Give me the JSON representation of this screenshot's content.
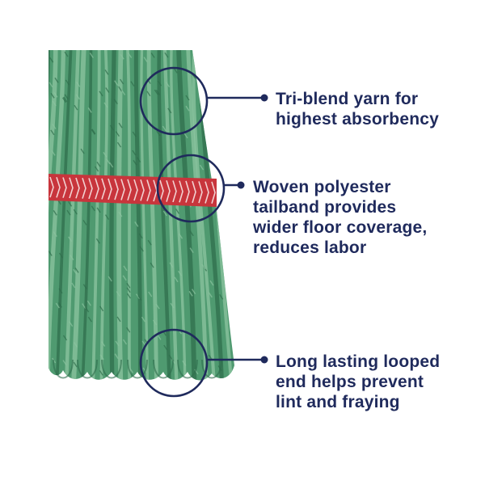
{
  "colors": {
    "mop_green": "#4f9a70",
    "mop_green_light": "#8cc4a0",
    "mop_green_dark": "#2f6e4c",
    "tailband_red": "#c8353c",
    "tailband_light": "#f2d0d0",
    "callout_navy": "#1f2a5c",
    "background": "#ffffff"
  },
  "callouts": [
    {
      "id": "tri-blend-yarn",
      "lines": [
        "Tri-blend yarn for",
        "highest absorbency"
      ]
    },
    {
      "id": "woven-polyester-tailband",
      "lines": [
        "Woven polyester",
        "tailband provides",
        "wider floor coverage,",
        "reduces labor"
      ]
    },
    {
      "id": "looped-end",
      "lines": [
        "Long lasting looped",
        "end helps prevent",
        "lint and fraying"
      ]
    }
  ]
}
